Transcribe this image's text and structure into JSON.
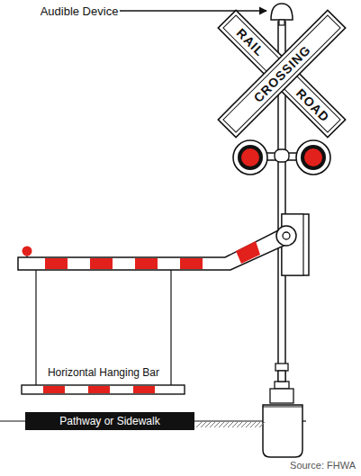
{
  "diagram": {
    "caption": "Source: FHWA",
    "nodes": [
      {
        "text": [
          "Pathway or Sidewalk"
        ]
      }
    ],
    "labels": [
      "Audible Device",
      "RAIL",
      "ROAD",
      "CROSSING",
      "Horizontal Hanging Bar"
    ]
  }
}
